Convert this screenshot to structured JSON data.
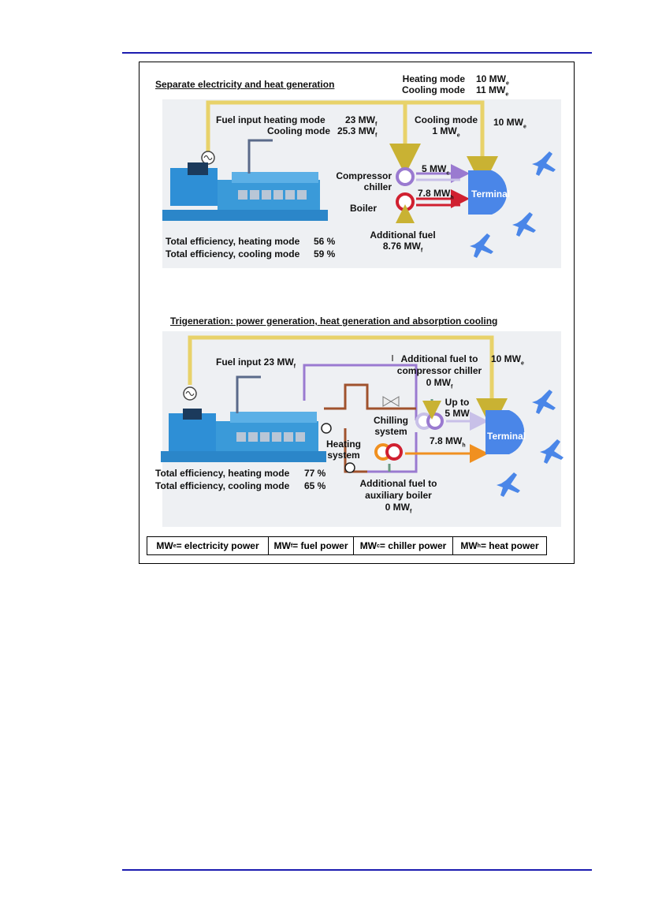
{
  "colors": {
    "rule": "#1c1cb0",
    "electric": "#c9b233",
    "fuel": "#5a6a8a",
    "chill": "#9a7ad0",
    "heat": "#d02030",
    "heat_hot": "#f09020",
    "brown_pipe": "#a0522d",
    "terminal": "#4a86e8",
    "engine": "#3a9ad9",
    "plane": "#4a86e8"
  },
  "top": {
    "title": "Separate electricity and heat generation",
    "heating_mode_label": "Heating mode",
    "heating_mode_value": "10 MW",
    "heating_mode_sub": "e",
    "cooling_mode_label": "Cooling mode",
    "cooling_mode_value": "11 MW",
    "cooling_mode_sub": "e",
    "fuel_input_label": "Fuel input heating mode",
    "fuel_input_value": "23 MW",
    "fuel_input_sub": "f",
    "cooling_fuel_label": "Cooling mode",
    "cooling_fuel_value": "25.3 MW",
    "cooling_fuel_sub": "f",
    "cooling_mode_e_label": "Cooling mode",
    "cooling_mode_e_value": "1 MW",
    "cooling_mode_e_sub": "e",
    "terminal_power_value": "10 MW",
    "terminal_power_sub": "e",
    "compressor_line1": "Compressor",
    "compressor_line2": "chiller",
    "boiler": "Boiler",
    "chill_flow_value": "5 MW",
    "chill_flow_sub": "c",
    "heat_flow_value": "7.8 MW",
    "heat_flow_sub": "h",
    "terminal": "Terminal",
    "additional_fuel": "Additional fuel",
    "additional_fuel_value": "8.76 MW",
    "additional_fuel_sub": "f",
    "eff_heating_label": "Total efficiency, heating mode",
    "eff_heating_value": "56 %",
    "eff_cooling_label": "Total efficiency, cooling mode",
    "eff_cooling_value": "59 %"
  },
  "bottom": {
    "title": "Trigeneration: power generation, heat generation and absorption cooling",
    "fuel_input_label": "Fuel input 23 MW",
    "fuel_input_sub": "f",
    "additional_compressor_line1": "Additional fuel to",
    "additional_compressor_line2": "compressor chiller",
    "additional_compressor_value": "0 MW",
    "additional_compressor_sub": "f",
    "terminal_power_value": "10 MW",
    "terminal_power_sub": "e",
    "up_to_line1": "Up to",
    "up_to_line2": "5 MW",
    "chilling_line1": "Chilling",
    "chilling_line2": "system",
    "heating_line1": "Heating",
    "heating_line2": "system",
    "heat_flow_value": "7.8 MW",
    "heat_flow_sub": "h",
    "terminal": "Terminal",
    "additional_boiler_line1": "Additional fuel to",
    "additional_boiler_line2": "auxiliary boiler",
    "additional_boiler_value": "0 MW",
    "additional_boiler_sub": "f",
    "eff_heating_label": "Total efficiency, heating mode",
    "eff_heating_value": "77 %",
    "eff_cooling_label": "Total efficiency, cooling mode",
    "eff_cooling_value": "65 %"
  },
  "legend": [
    {
      "sym": "MW",
      "sub": "e",
      "text": " = electricity power"
    },
    {
      "sym": "MW",
      "sub": "f",
      "text": " = fuel power"
    },
    {
      "sym": "MW",
      "sub": "c",
      "text": " = chiller power"
    },
    {
      "sym": "MW",
      "sub": "h",
      "text": " = heat power"
    }
  ]
}
